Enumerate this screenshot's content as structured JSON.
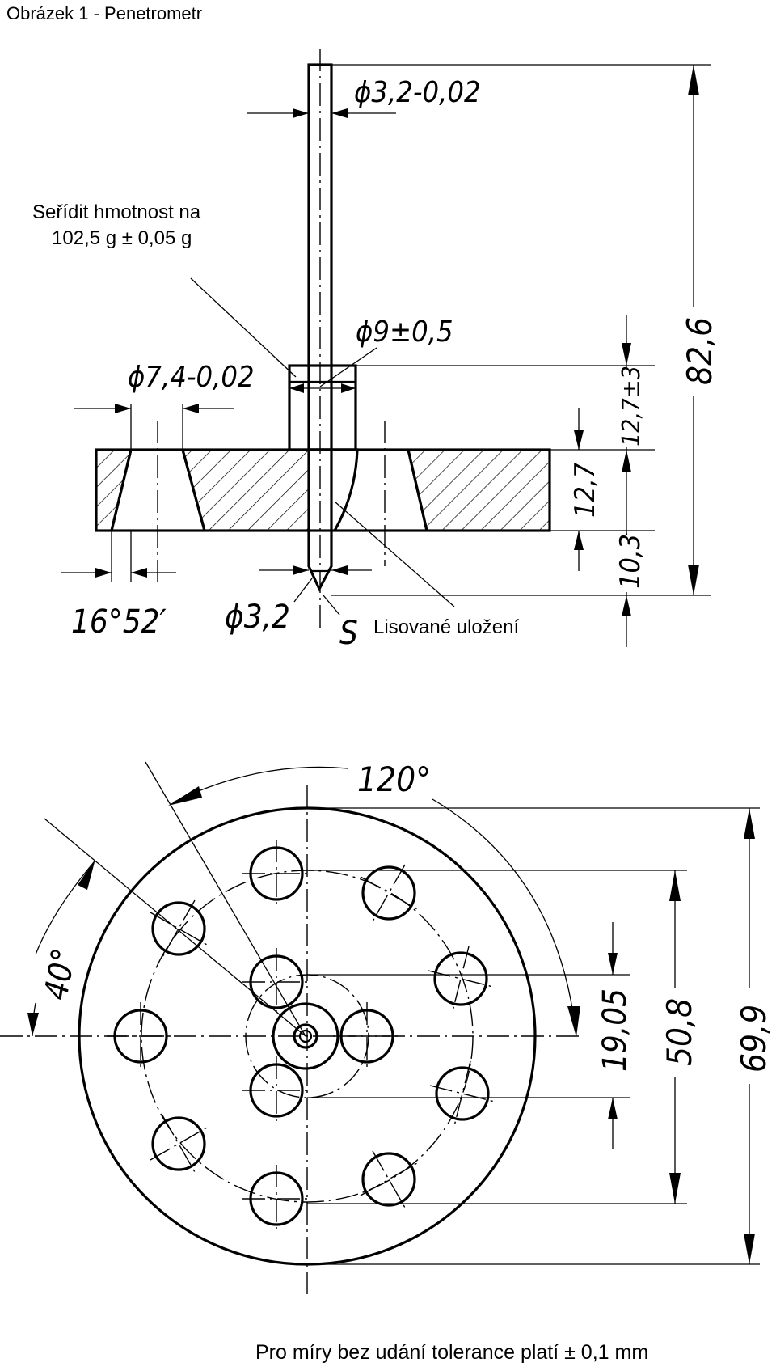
{
  "figure": {
    "caption": "Obrázek 1 - Penetrometr",
    "footer_note": "Pro míry bez udání tolerance platí ± 0,1 mm"
  },
  "side_view": {
    "note_mass": [
      "Seřídit hmotnost na",
      "102,5 g ± 0,05 g"
    ],
    "note_press_fit": "Lisované uložení",
    "dim_stem_diameter": "ϕ3,2-0,02",
    "dim_collar_diameter": "ϕ9±0,5",
    "dim_hole_diameter": "ϕ7,4-0,02",
    "dim_tip_diameter": "ϕ3,2",
    "dim_cone_angle": "16°52′",
    "dim_total_height": "82,6",
    "dim_collar_height": "12,7±3",
    "dim_disc_thickness": "12,7",
    "dim_tip_length": "10,3",
    "tip_label": "S"
  },
  "top_view": {
    "dim_angle_outer": "120°",
    "dim_angle_inner": "40°",
    "dim_inner_circle": "19,05",
    "dim_middle_circle": "50,8",
    "dim_outer_diameter": "69,9"
  }
}
